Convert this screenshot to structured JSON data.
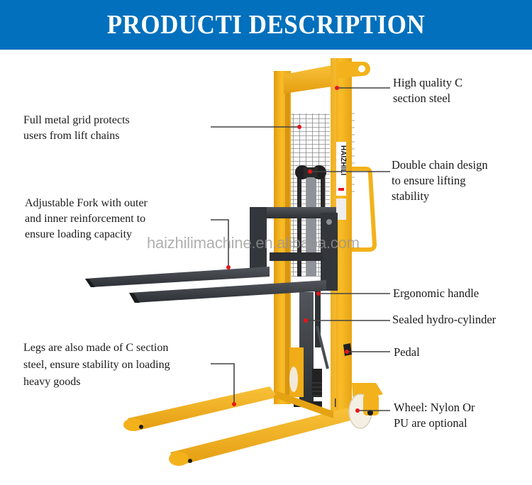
{
  "header": {
    "title": "PRODUCTI DESCRIPTION",
    "background": "#0270bd"
  },
  "product": {
    "type": "manual hydraulic stacker",
    "brand_on_mast": "HAIZHILI",
    "frame_color": "#f5b319",
    "fork_color": "#3a3d42"
  },
  "watermark": "haizhilimachine.en.alibaba.com",
  "callouts": {
    "left": [
      {
        "id": "metal-grid",
        "text": "Full metal grid protects\nusers from lift chains"
      },
      {
        "id": "adjustable-fork",
        "text": "Adjustable Fork with outer\nand inner reinforcement to\nensure loading capacity"
      },
      {
        "id": "legs",
        "text": "Legs are also made of C section\nsteel, ensure stability on loading\nheavy goods"
      }
    ],
    "right": [
      {
        "id": "c-section-steel",
        "text": "High quality C\nsection steel"
      },
      {
        "id": "double-chain",
        "text": "Double chain design\nto ensure lifting\nstability"
      },
      {
        "id": "ergonomic-handle",
        "text": "Ergonomic handle"
      },
      {
        "id": "hydro-cylinder",
        "text": "Sealed hydro-cylinder"
      },
      {
        "id": "pedal",
        "text": "Pedal"
      },
      {
        "id": "wheel",
        "text": "Wheel: Nylon Or\nPU are optional"
      }
    ]
  },
  "colors": {
    "callout_line": "#444444",
    "callout_dot": "#e8141c"
  }
}
